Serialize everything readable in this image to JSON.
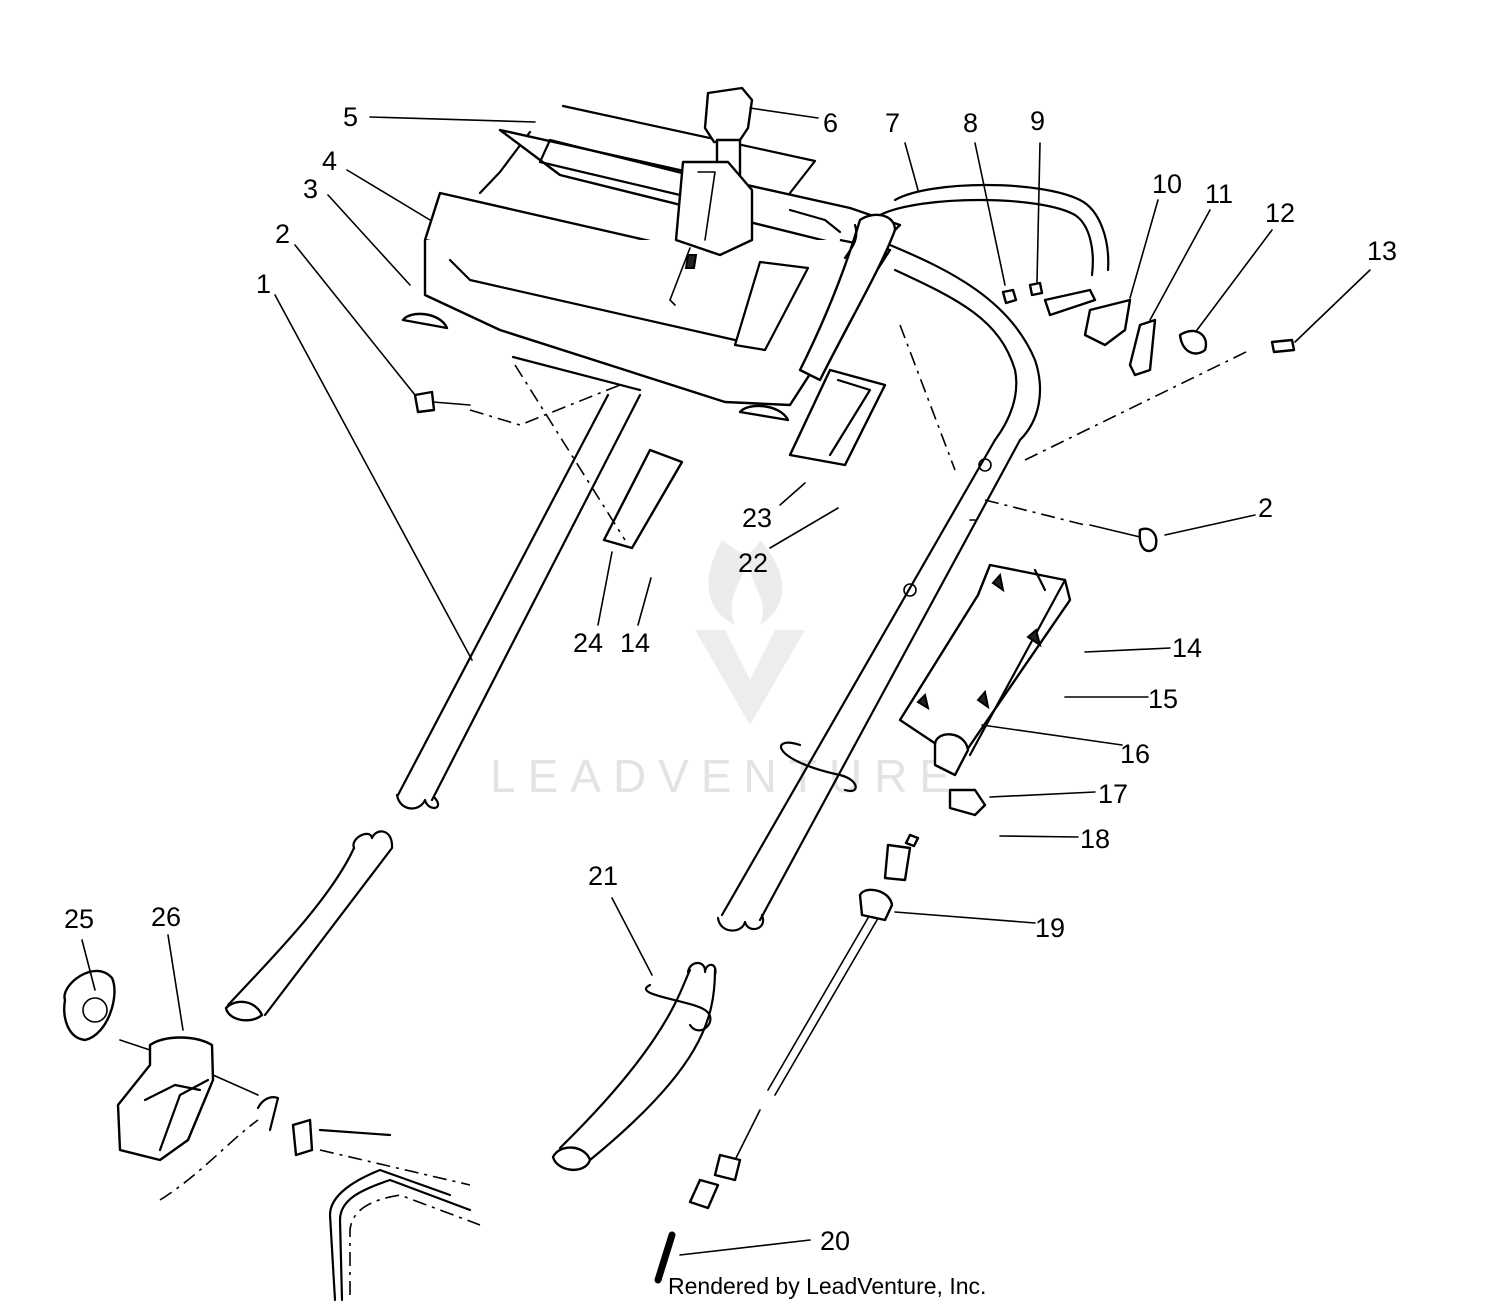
{
  "diagram": {
    "callouts": [
      {
        "id": "c1",
        "text": "1"
      },
      {
        "id": "c2a",
        "text": "2"
      },
      {
        "id": "c2b",
        "text": "2"
      },
      {
        "id": "c3",
        "text": "3"
      },
      {
        "id": "c4",
        "text": "4"
      },
      {
        "id": "c5",
        "text": "5"
      },
      {
        "id": "c6",
        "text": "6"
      },
      {
        "id": "c7",
        "text": "7"
      },
      {
        "id": "c8",
        "text": "8"
      },
      {
        "id": "c9",
        "text": "9"
      },
      {
        "id": "c10",
        "text": "10"
      },
      {
        "id": "c11",
        "text": "11"
      },
      {
        "id": "c12",
        "text": "12"
      },
      {
        "id": "c13",
        "text": "13"
      },
      {
        "id": "c14a",
        "text": "14"
      },
      {
        "id": "c14b",
        "text": "14"
      },
      {
        "id": "c15",
        "text": "15"
      },
      {
        "id": "c16",
        "text": "16"
      },
      {
        "id": "c17",
        "text": "17"
      },
      {
        "id": "c18",
        "text": "18"
      },
      {
        "id": "c19",
        "text": "19"
      },
      {
        "id": "c20",
        "text": "20"
      },
      {
        "id": "c21",
        "text": "21"
      },
      {
        "id": "c22",
        "text": "22"
      },
      {
        "id": "c23",
        "text": "23"
      },
      {
        "id": "c24",
        "text": "24"
      },
      {
        "id": "c25",
        "text": "25"
      },
      {
        "id": "c26",
        "text": "26"
      }
    ]
  },
  "watermark": "LEADVENTURE",
  "footer": "Rendered by LeadVenture, Inc."
}
